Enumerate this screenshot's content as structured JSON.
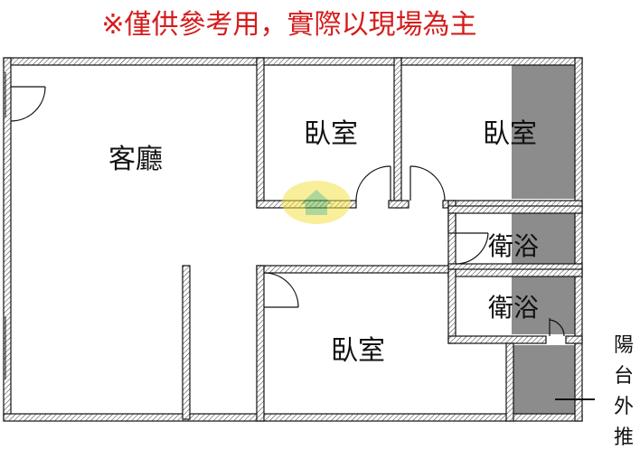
{
  "disclaimer": "※僅供參考用，實際以現場為主",
  "rooms": {
    "living_room": "客廳",
    "bedroom_1": "臥室",
    "bedroom_2": "臥室",
    "bedroom_3": "臥室",
    "bathroom_1": "衛浴",
    "bathroom_2": "衛浴"
  },
  "balcony_note": [
    "陽",
    "台",
    "外",
    "推"
  ],
  "colors": {
    "disclaimer": "#d51c1c",
    "wall": "#111111",
    "gray_area": "#8c8c8c",
    "watermark_yellow": "#f5e24a",
    "watermark_green": "#6cb84a"
  }
}
